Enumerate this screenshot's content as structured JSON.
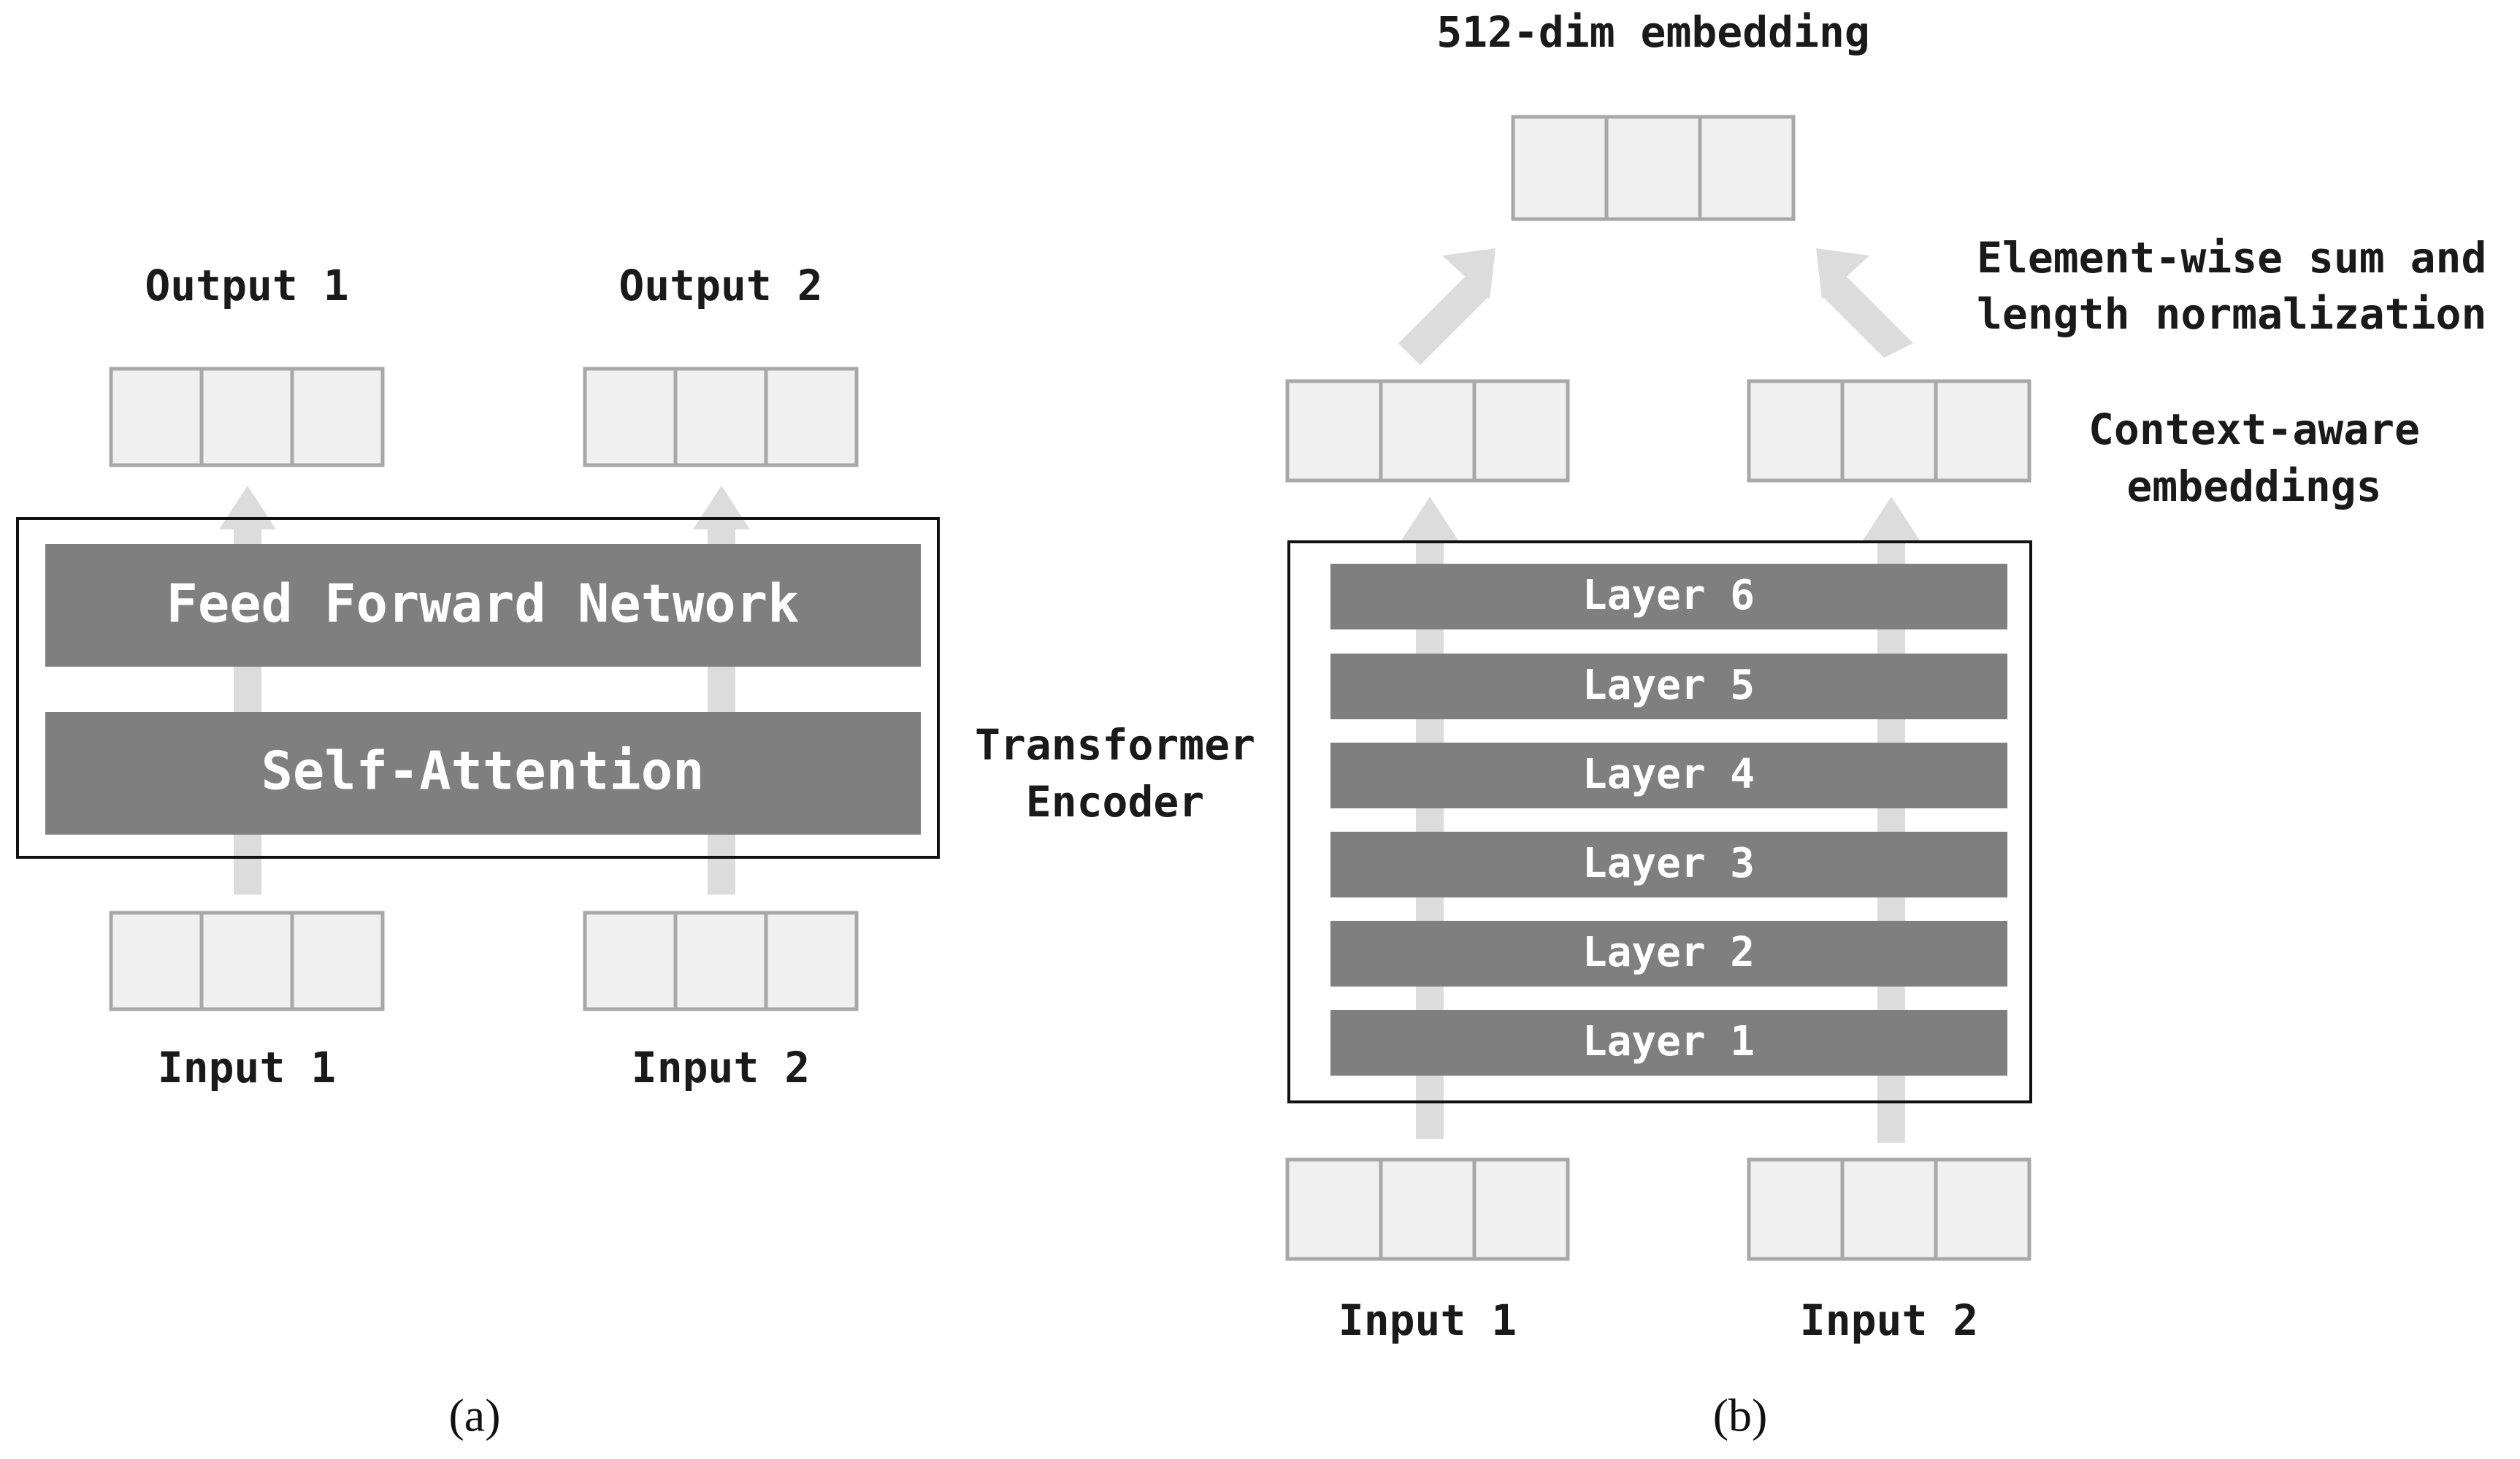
{
  "panel_a": {
    "caption": "(a)",
    "outputs": [
      "Output 1",
      "Output 2"
    ],
    "inputs": [
      "Input 1",
      "Input 2"
    ],
    "blocks": {
      "ffn": "Feed Forward Network",
      "attention": "Self-Attention"
    }
  },
  "panel_b": {
    "caption": "(b)",
    "top_label": "512-dim embedding",
    "sum_label": [
      "Element-wise sum and",
      "length normalization"
    ],
    "context_label": [
      "Context-aware",
      "embeddings"
    ],
    "encoder_label": [
      "Transformer",
      "Encoder"
    ],
    "layers": [
      "Layer 6",
      "Layer 5",
      "Layer 4",
      "Layer 3",
      "Layer 2",
      "Layer 1"
    ],
    "inputs": [
      "Input 1",
      "Input 2"
    ]
  },
  "colors": {
    "block_fill": "#7f7f7f",
    "cell_fill": "#f0f0f0",
    "cell_stroke": "#a8a8a8",
    "arrow": "#dcdcdc"
  }
}
